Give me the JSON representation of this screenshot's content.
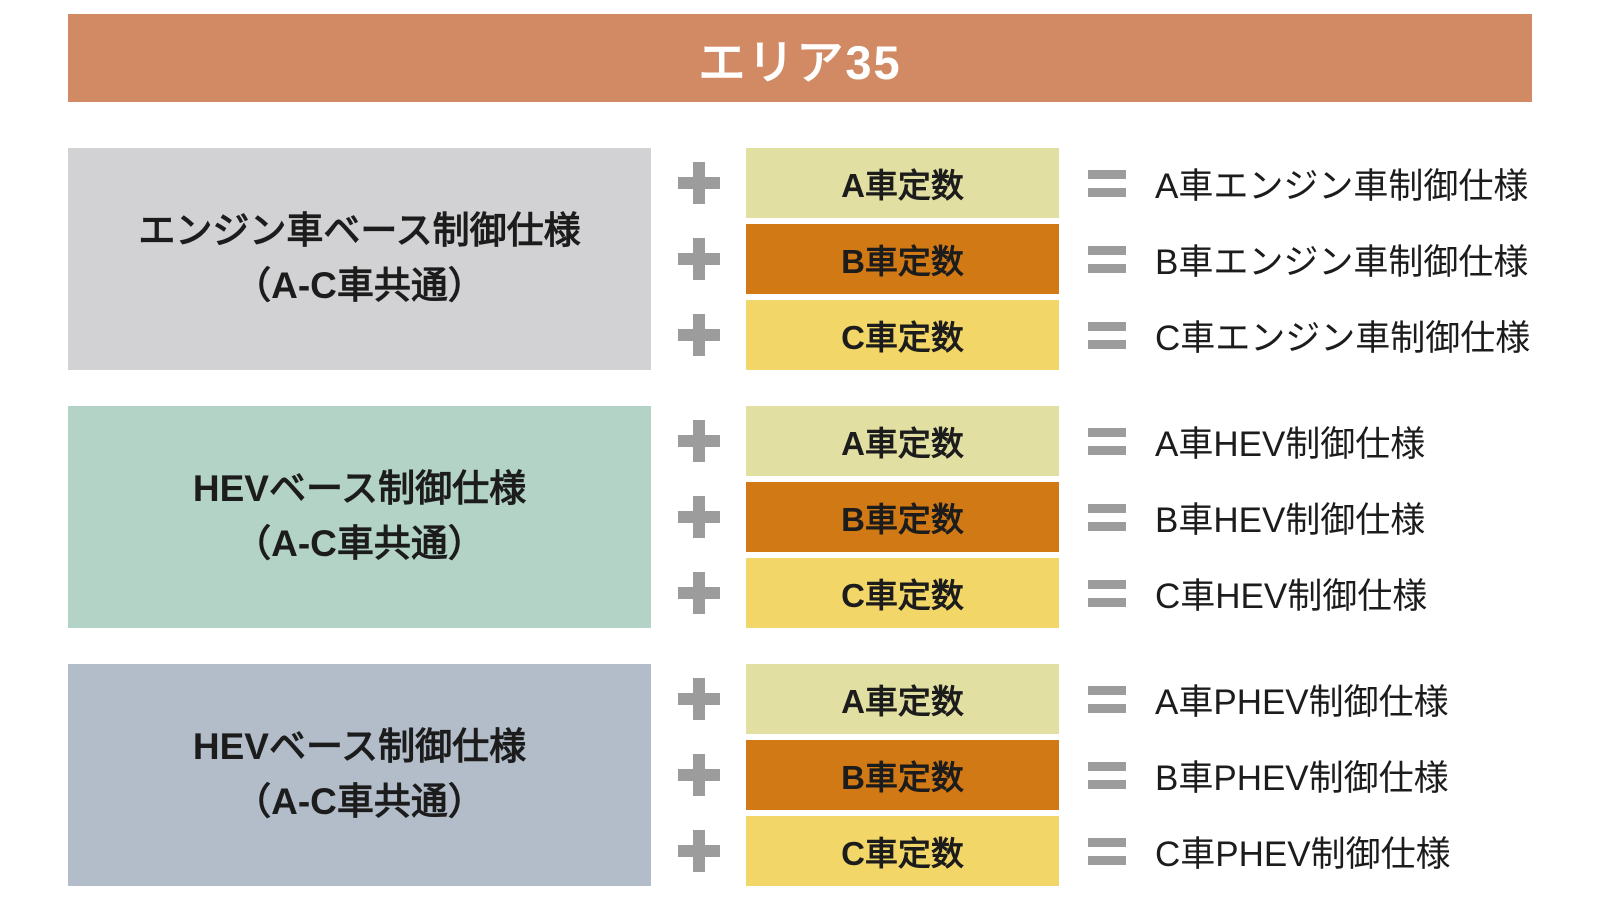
{
  "header": {
    "title": "エリア35",
    "bg_color": "#d18a64"
  },
  "colors": {
    "plus_equals_gray": "#9c9c9c",
    "text": "#1c1c1c"
  },
  "groups": [
    {
      "base": {
        "line1": "エンジン車ベース制御仕様",
        "line2": "（A-C車共通）",
        "bg_color": "#d2d2d4"
      },
      "rows": [
        {
          "constant": "A車定数",
          "constant_bg": "#e2dfa2",
          "result": "A車エンジン車制御仕様"
        },
        {
          "constant": "B車定数",
          "constant_bg": "#d17a15",
          "result": "B車エンジン車制御仕様"
        },
        {
          "constant": "C車定数",
          "constant_bg": "#f2d667",
          "result": "C車エンジン車制御仕様"
        }
      ]
    },
    {
      "base": {
        "line1": "HEVベース制御仕様",
        "line2": "（A-C車共通）",
        "bg_color": "#b3d3c6"
      },
      "rows": [
        {
          "constant": "A車定数",
          "constant_bg": "#e2dfa2",
          "result": "A車HEV制御仕様"
        },
        {
          "constant": "B車定数",
          "constant_bg": "#d17a15",
          "result": "B車HEV制御仕様"
        },
        {
          "constant": "C車定数",
          "constant_bg": "#f2d667",
          "result": "C車HEV制御仕様"
        }
      ]
    },
    {
      "base": {
        "line1": "HEVベース制御仕様",
        "line2": "（A-C車共通）",
        "bg_color": "#b2bdc9"
      },
      "rows": [
        {
          "constant": "A車定数",
          "constant_bg": "#e2dfa2",
          "result": "A車PHEV制御仕様"
        },
        {
          "constant": "B車定数",
          "constant_bg": "#d17a15",
          "result": "B車PHEV制御仕様"
        },
        {
          "constant": "C車定数",
          "constant_bg": "#f2d667",
          "result": "C車PHEV制御仕様"
        }
      ]
    }
  ],
  "operators": {
    "plus": "+",
    "equals": "="
  }
}
